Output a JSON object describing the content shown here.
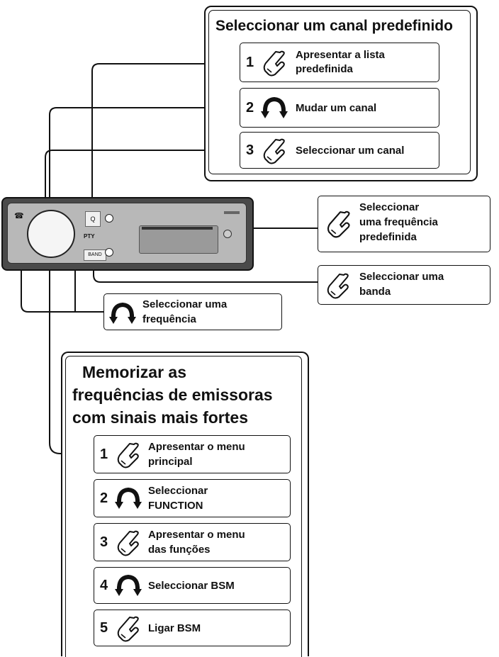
{
  "top_panel": {
    "title": "Seleccionar um canal predefinido",
    "steps": [
      {
        "num": "1",
        "icon": "press-hand-icon",
        "label_line1": "Apresentar a lista",
        "label_line2": "predefinida"
      },
      {
        "num": "2",
        "icon": "rotate-icon",
        "label_line1": "Mudar um canal",
        "label_line2": ""
      },
      {
        "num": "3",
        "icon": "press-hand-icon",
        "label_line1": "Seleccionar um canal",
        "label_line2": ""
      }
    ]
  },
  "right_callouts": [
    {
      "icon": "press-hand-icon",
      "line1": "Seleccionar",
      "line2": "uma frequência",
      "line3": "predefinida"
    },
    {
      "icon": "press-hand-icon",
      "line1": "Seleccionar uma",
      "line2": "banda",
      "line3": ""
    }
  ],
  "dial_callout": {
    "icon": "rotate-icon",
    "line1": "Seleccionar uma",
    "line2": "frequência"
  },
  "device": {
    "button_pty": "PTY",
    "button_band": "BAND"
  },
  "bottom_panel": {
    "title_line1": "Memorizar as",
    "title_line2": "frequências de emissoras",
    "title_line3": "com sinais mais fortes",
    "steps": [
      {
        "num": "1",
        "icon": "press-hand-icon",
        "label_line1": "Apresentar o menu",
        "label_line2": "principal"
      },
      {
        "num": "2",
        "icon": "rotate-icon",
        "label_line1": "Seleccionar",
        "label_line2": "FUNCTION"
      },
      {
        "num": "3",
        "icon": "press-hand-icon",
        "label_line1": "Apresentar o menu",
        "label_line2": "das funções"
      },
      {
        "num": "4",
        "icon": "rotate-icon",
        "label_line1": "Seleccionar BSM",
        "label_line2": ""
      },
      {
        "num": "5",
        "icon": "press-hand-icon",
        "label_line1": "Ligar BSM",
        "label_line2": ""
      }
    ]
  }
}
